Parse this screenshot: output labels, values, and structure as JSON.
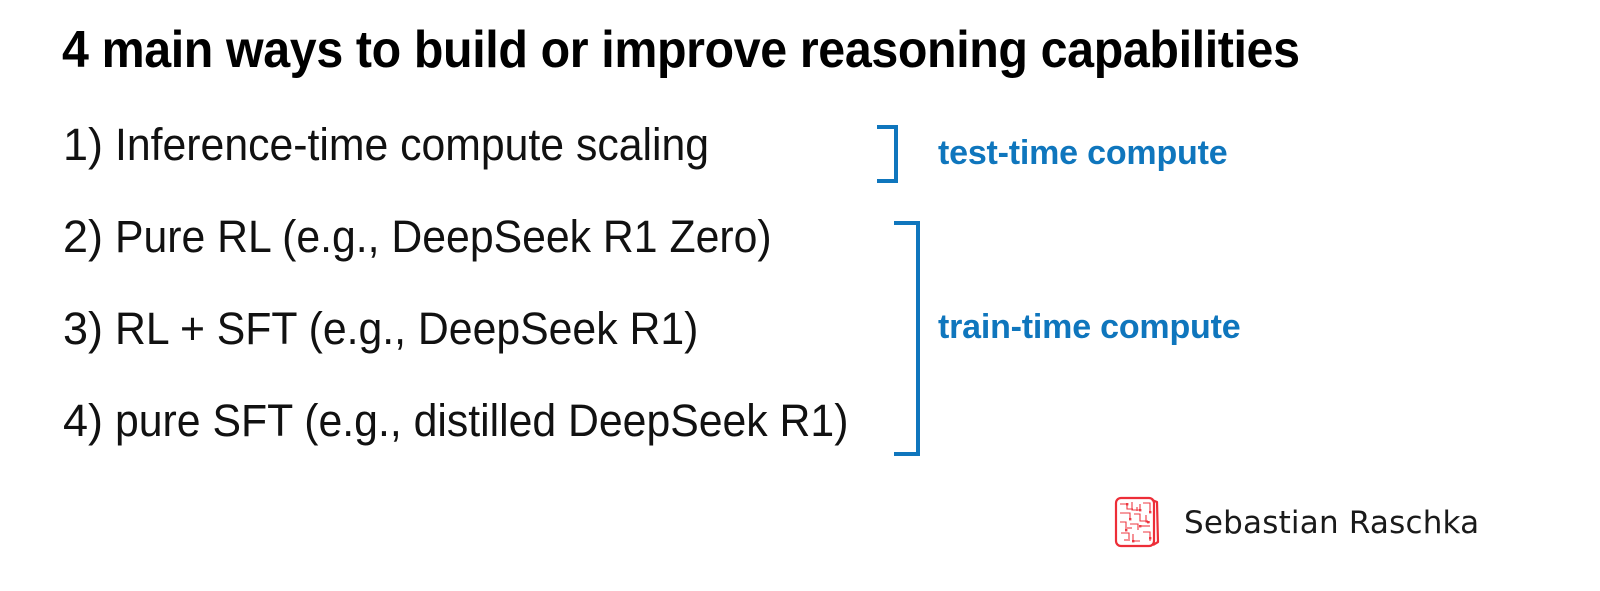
{
  "slide": {
    "title": "4 main ways to build or improve reasoning capabilities",
    "background_color": "#ffffff",
    "accent_color": "#0F76BD",
    "text_color": "#111111",
    "logo_color": "#ED2E38"
  },
  "list": {
    "items": [
      {
        "marker": "1)",
        "text": "Inference-time compute scaling"
      },
      {
        "marker": "2)",
        "text": "Pure RL (e.g., DeepSeek R1 Zero)"
      },
      {
        "marker": "3)",
        "text": "RL + SFT (e.g., DeepSeek R1)"
      },
      {
        "marker": "4)",
        "text": "pure SFT (e.g., distilled DeepSeek R1)"
      }
    ]
  },
  "annotations": {
    "test_time": {
      "label": "test-time compute",
      "bracket_icon": "right-bracket-icon",
      "covers_items": "1"
    },
    "train_time": {
      "label": "train-time compute",
      "bracket_icon": "right-bracket-icon",
      "covers_items": "2-4"
    }
  },
  "footer": {
    "author": "Sebastian Raschka",
    "logo_icon": "circuit-book-logo-icon"
  }
}
